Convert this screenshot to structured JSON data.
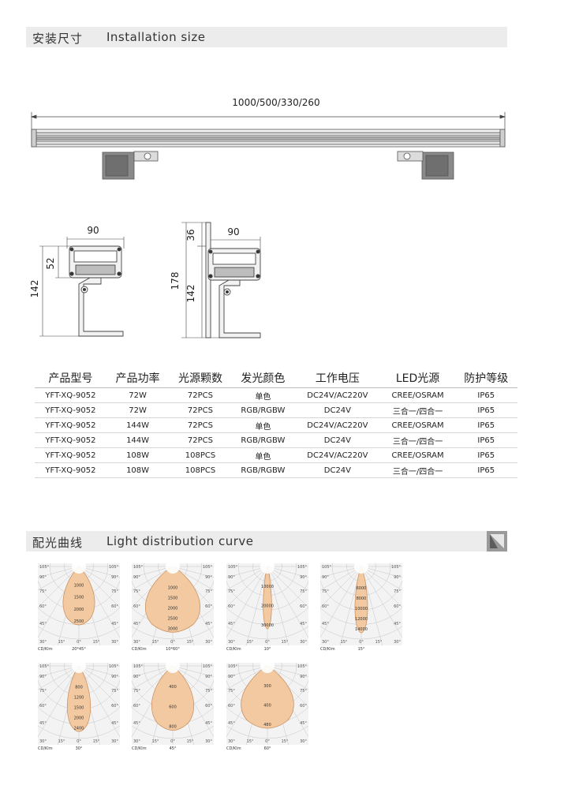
{
  "installation": {
    "title_cn": "安装尺寸",
    "title_en": "Installation size",
    "length_label": "1000/500/330/260",
    "left_view": {
      "width": "90",
      "top_height": "52",
      "total_height": "142"
    },
    "right_view": {
      "width": "90",
      "top_height": "36",
      "mid_height": "142",
      "total_height": "178"
    }
  },
  "table": {
    "headers": [
      "产品型号",
      "产品功率",
      "光源颗数",
      "发光颜色",
      "工作电压",
      "LED光源",
      "防护等级"
    ],
    "rows": [
      [
        "YFT-XQ-9052",
        "72W",
        "72PCS",
        "单色",
        "DC24V/AC220V",
        "CREE/OSRAM",
        "IP65"
      ],
      [
        "YFT-XQ-9052",
        "72W",
        "72PCS",
        "RGB/RGBW",
        "DC24V",
        "三合一/四合一",
        "IP65"
      ],
      [
        "YFT-XQ-9052",
        "144W",
        "72PCS",
        "单色",
        "DC24V/AC220V",
        "CREE/OSRAM",
        "IP65"
      ],
      [
        "YFT-XQ-9052",
        "144W",
        "72PCS",
        "RGB/RGBW",
        "DC24V",
        "三合一/四合一",
        "IP65"
      ],
      [
        "YFT-XQ-9052",
        "108W",
        "108PCS",
        "单色",
        "DC24V/AC220V",
        "CREE/OSRAM",
        "IP65"
      ],
      [
        "YFT-XQ-9052",
        "108W",
        "108PCS",
        "RGB/RGBW",
        "DC24V",
        "三合一/四合一",
        "IP65"
      ]
    ]
  },
  "light_curve": {
    "title_cn": "配光曲线",
    "title_en": "Light distribution curve",
    "angle_labels": {
      "a105": "105°",
      "a90": "90°",
      "a75": "75°",
      "a60": "60°",
      "a45": "45°",
      "a30": "30°",
      "a15": "15°",
      "a0": "0°"
    },
    "unit": "CD/Klm",
    "fill_color": "#f2c9a0",
    "stroke_color": "#c88a5a",
    "charts": [
      {
        "beam": "20*45°",
        "values": [
          "1000",
          "1500",
          "2000",
          "2500"
        ],
        "lobe_width": 0.3,
        "lobe_length": 0.86
      },
      {
        "beam": "10*60°",
        "values": [
          "1000",
          "1500",
          "2000",
          "2500",
          "3000"
        ],
        "lobe_width": 0.52,
        "lobe_length": 0.97
      },
      {
        "beam": "10°",
        "values": [
          "10000",
          "20000",
          "30000"
        ],
        "lobe_width": 0.08,
        "lobe_length": 0.92
      },
      {
        "beam": "15°",
        "values": [
          "6000",
          "8000",
          "10000",
          "12000",
          "14000"
        ],
        "lobe_width": 0.12,
        "lobe_length": 0.98
      },
      {
        "beam": "30°",
        "values": [
          "800",
          "1200",
          "1500",
          "2000",
          "2400"
        ],
        "lobe_width": 0.22,
        "lobe_length": 0.97
      },
      {
        "beam": "45°",
        "values": [
          "400",
          "600",
          "800"
        ],
        "lobe_width": 0.4,
        "lobe_length": 0.95
      },
      {
        "beam": "60°",
        "values": [
          "300",
          "400",
          "480"
        ],
        "lobe_width": 0.5,
        "lobe_length": 0.92
      }
    ]
  }
}
